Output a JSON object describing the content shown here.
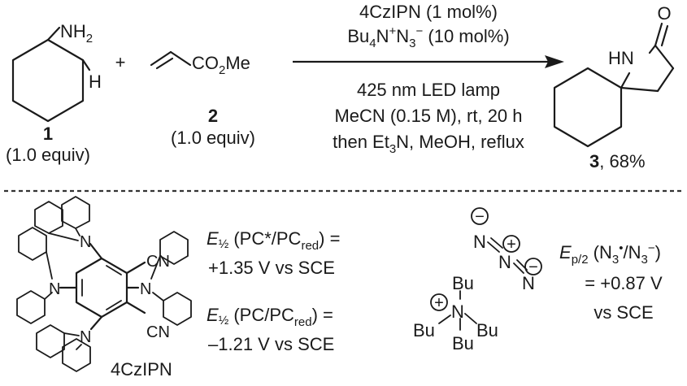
{
  "reaction": {
    "amine": {
      "nh2": "NH",
      "nh2_sub": "2",
      "h": "H",
      "number": "1",
      "equiv": "(1.0 equiv)"
    },
    "plus": "+",
    "acrylate": {
      "co2me_a": "CO",
      "co2me_sub": "2",
      "co2me_b": "Me",
      "number": "2",
      "equiv": "(1.0 equiv)"
    },
    "conditions_above": {
      "line1": "4CzIPN (1 mol%)",
      "line2_a": "Bu",
      "line2_sub": "4",
      "line2_b": "N",
      "line2_sup1": "+",
      "line2_c": "N",
      "line2_sub2": "3",
      "line2_sup2": "−",
      "line2_d": " (10 mol%)"
    },
    "conditions_below": {
      "line1": "425 nm LED lamp",
      "line2": "MeCN (0.15 M), rt, 20 h",
      "line3_a": "then Et",
      "line3_sub": "3",
      "line3_b": "N, MeOH, reflux"
    },
    "product": {
      "o": "O",
      "hn": "HN",
      "number": "3",
      "yield": ", 68%"
    }
  },
  "catalyst": {
    "name": "4CzIPN",
    "n": "N",
    "cn": "CN",
    "e1_symbol": "E",
    "e1_half": "½",
    "e1_label_a": " (PC*/PC",
    "e1_label_sub": "red",
    "e1_label_b": ") =",
    "e1_value": "+1.35 V vs SCE",
    "e2_symbol": "E",
    "e2_half": "½",
    "e2_label_a": " (PC/PC",
    "e2_label_sub": "red",
    "e2_label_b": ") =",
    "e2_value": "–1.21 V vs SCE"
  },
  "azide": {
    "n": "N",
    "bu": "Bu",
    "minus": "−",
    "plus": "+",
    "ep_symbol": "E",
    "ep_sub": "p/2",
    "ep_label_a": " (N",
    "ep_label_sub1": "3",
    "ep_label_sup1": "•",
    "ep_label_b": "/N",
    "ep_label_sub2": "3",
    "ep_label_sup2": "−",
    "ep_label_c": ")",
    "ep_value": "= +0.87 V",
    "ep_ref": "vs SCE"
  }
}
